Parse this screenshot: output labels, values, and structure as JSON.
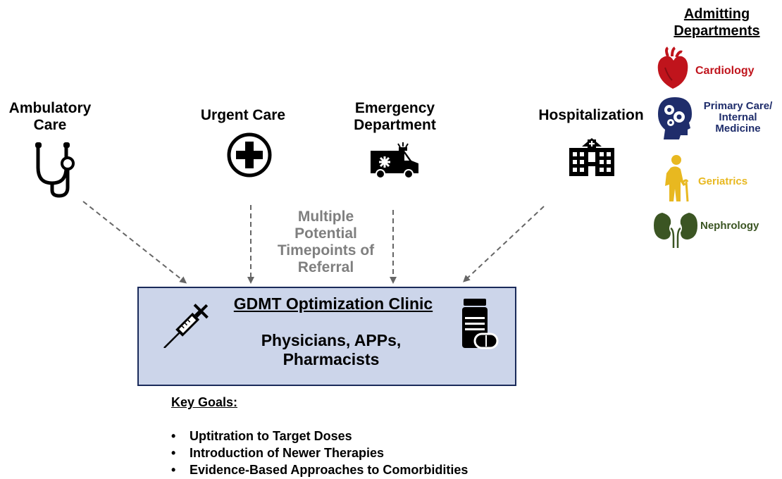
{
  "settings": [
    {
      "label": "Ambulatory\nCare",
      "icon": "stethoscope-icon"
    },
    {
      "label": "Urgent Care",
      "icon": "medical-cross-icon"
    },
    {
      "label": "Emergency\nDepartment",
      "icon": "ambulance-icon"
    },
    {
      "label": "Hospitalization",
      "icon": "hospital-icon"
    }
  ],
  "referral_note": "Multiple\nPotential\nTimepoints of\nReferral",
  "clinic": {
    "title": "GDMT Optimization Clinic",
    "staff": "Physicians, APPs,\nPharmacists",
    "left_icon": "syringe-icon",
    "right_icon": "pill-bottle-icon"
  },
  "admitting": {
    "heading": "Admitting\nDepartments",
    "departments": [
      {
        "label": "Cardiology",
        "icon": "heart-icon",
        "color": "#c0141c"
      },
      {
        "label": "Primary Care/\nInternal\nMedicine",
        "icon": "head-gears-icon",
        "color": "#1f2d6b"
      },
      {
        "label": "Geriatrics",
        "icon": "elderly-person-icon",
        "color": "#e8b820"
      },
      {
        "label": "Nephrology",
        "icon": "kidneys-icon",
        "color": "#3b5523"
      }
    ]
  },
  "goals": {
    "heading": "Key Goals:",
    "items": [
      "Uptitration to Target Doses",
      "Introduction of Newer Therapies",
      "Evidence-Based Approaches to Comorbidities"
    ]
  },
  "colors": {
    "box_fill": "#ccd5ea",
    "box_border": "#1a2a5a",
    "arrow": "#666666",
    "note_text": "#7f7f7f"
  }
}
